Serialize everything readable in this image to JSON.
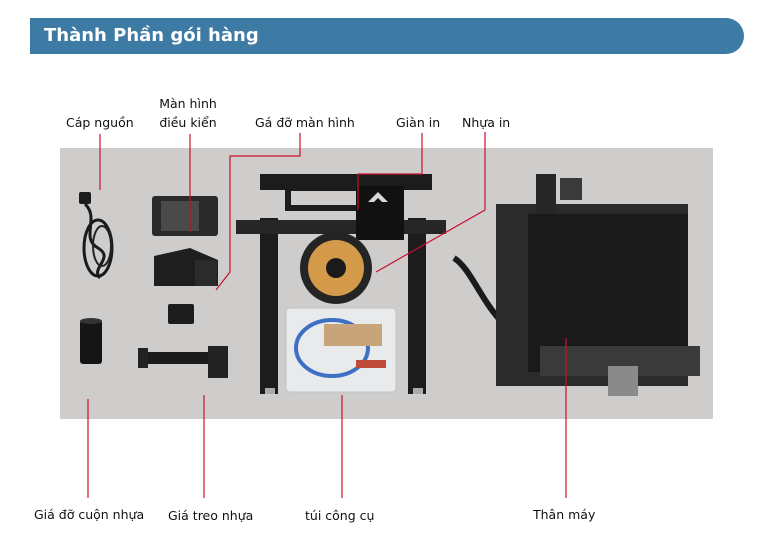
{
  "header": {
    "title": "Thành Phần gói hàng"
  },
  "labels": {
    "power_cable": "Cáp nguồn",
    "screen_line1": "Màn hình",
    "screen_line2": "điều kiển",
    "screen_mount": "Gá đỡ màn hình",
    "gantry": "Giàn in",
    "filament": "Nhựa in",
    "spool_holder": "Giá đỡ cuộn nhựa",
    "spool_hanger": "Giá treo nhựa",
    "tool_bag": "túi công cụ",
    "main_body": "Thân máy"
  },
  "colors": {
    "header_bg": "#3d7aa4",
    "leader_line": "#c8102e",
    "photo_bg": "#cfcdcb"
  }
}
